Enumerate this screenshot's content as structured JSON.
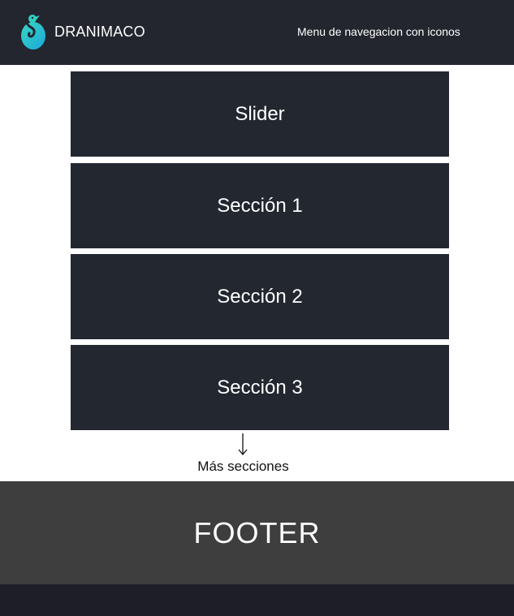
{
  "header": {
    "brand": "DRANIMACO",
    "nav_label": "Menu de navegacion con iconos",
    "logo_icon": "seahorse-logo-icon"
  },
  "blocks": [
    {
      "label": "Slider"
    },
    {
      "label": "Sección 1"
    },
    {
      "label": "Sección 2"
    },
    {
      "label": "Sección 3"
    }
  ],
  "more": {
    "icon": "arrow-down-icon",
    "label": "Más secciones"
  },
  "footer": {
    "label": "FOOTER"
  },
  "colors": {
    "header_bg": "#23252f",
    "block_bg": "#232730",
    "footer_bg": "#3e3e3e",
    "bottom_bar_bg": "#1d1e27",
    "logo_teal": "#2ec4c4"
  }
}
